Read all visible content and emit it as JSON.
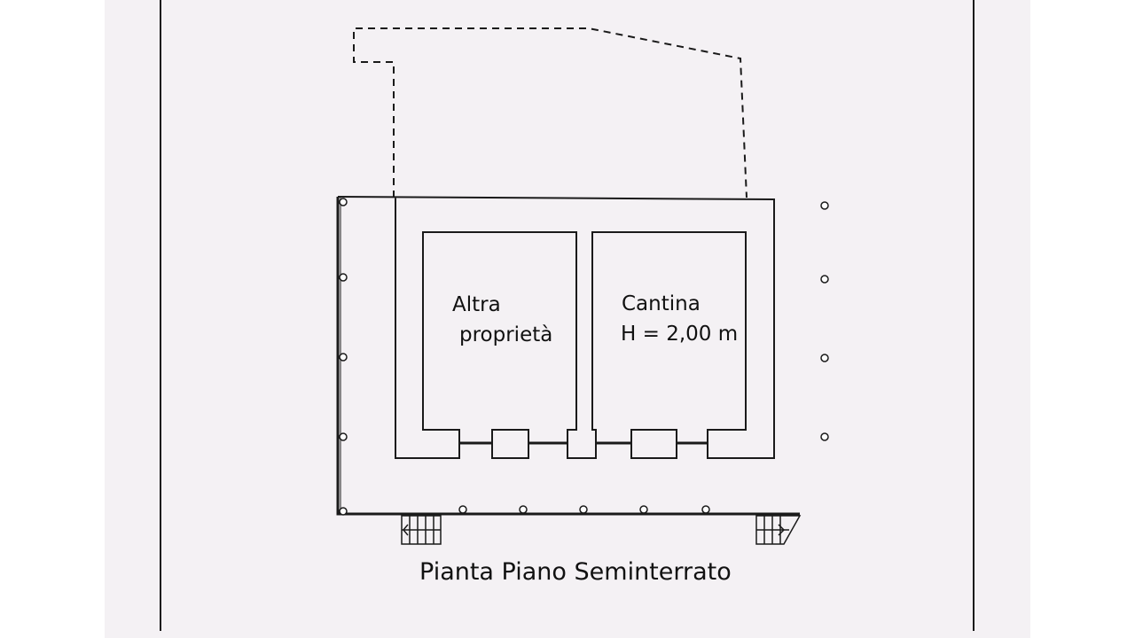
{
  "diagram": {
    "rooms": [
      {
        "name": "altra-proprieta",
        "label_lines": [
          "Altra",
          "proprietà"
        ]
      },
      {
        "name": "cantina",
        "label_lines": [
          "Cantina",
          "H = 2,00 m"
        ]
      }
    ],
    "title": "Pianta Piano Seminterrato",
    "colors": {
      "line": "#1a1a1a",
      "paper": "#f4f1f4",
      "background": "#ffffff"
    }
  }
}
